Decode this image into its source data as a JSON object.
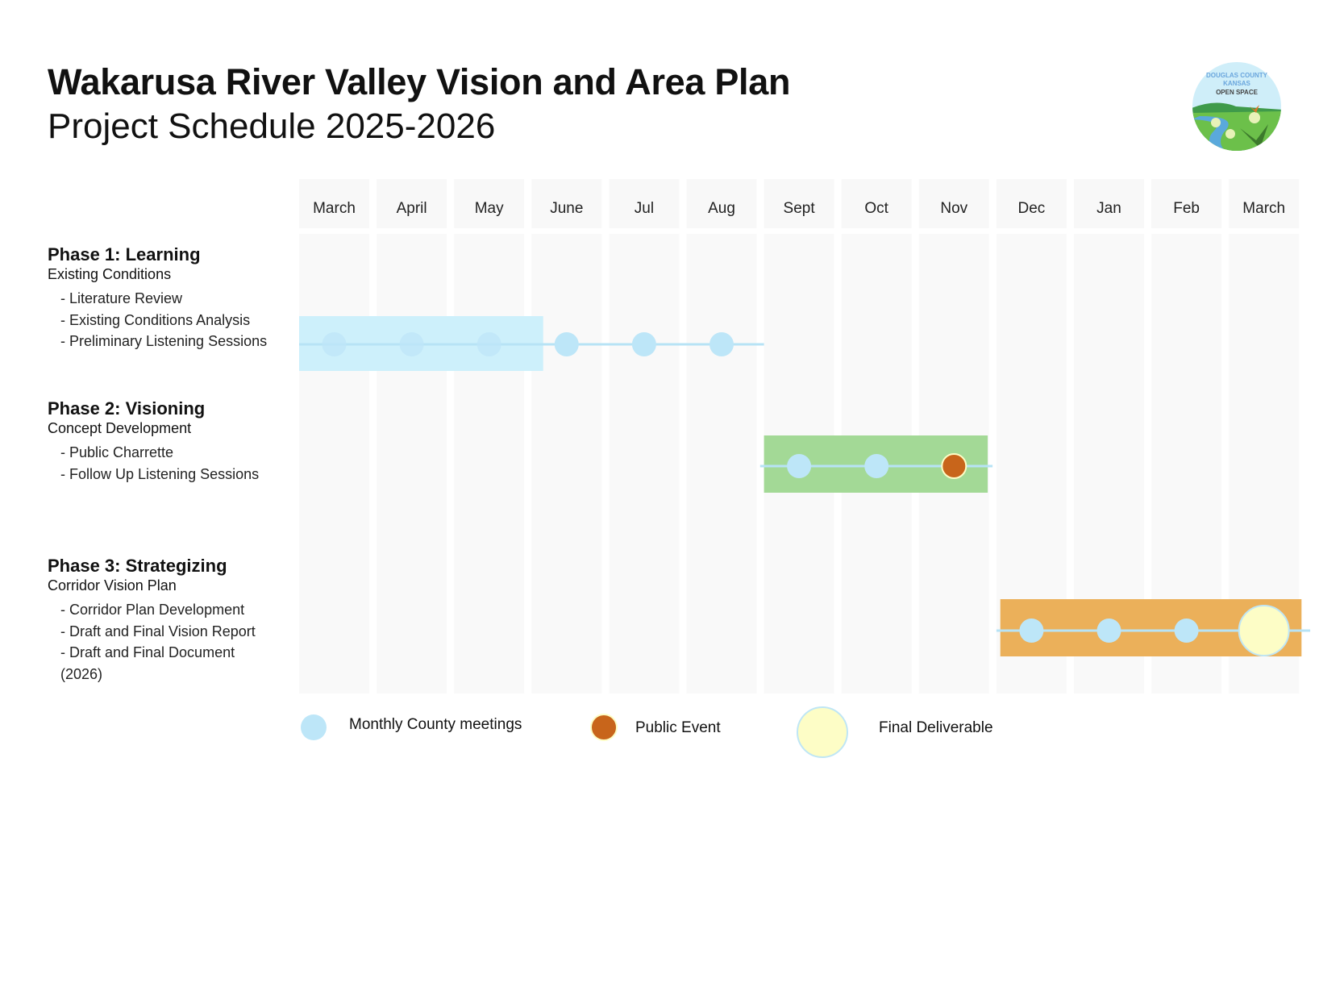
{
  "header": {
    "title": "Wakarusa River Valley Vision and Area Plan",
    "subtitle": "Project Schedule 2025-2026"
  },
  "logo": {
    "text": [
      "DOUGLAS COUNTY",
      "KANSAS",
      "OPEN SPACE"
    ]
  },
  "chart_data": {
    "type": "gantt",
    "months": [
      "March",
      "April",
      "May",
      "June",
      "Jul",
      "Aug",
      "Sept",
      "Oct",
      "Nov",
      "Dec",
      "Jan",
      "Feb",
      "March"
    ],
    "phases": [
      {
        "title": "Phase 1: Learning",
        "subtitle": "Existing Conditions",
        "items": [
          "- Literature Review",
          "- Existing Conditions Analysis",
          "- Preliminary Listening Sessions"
        ],
        "bar_start": 0,
        "bar_end": 3.15,
        "color": "#cdf0fb",
        "line_start": 0,
        "line_end": 6,
        "meetings": [
          0,
          1,
          2,
          3,
          4,
          5
        ],
        "public_events": [],
        "final_deliverables": []
      },
      {
        "title": "Phase 2: Visioning",
        "subtitle": "Concept Development",
        "items": [
          "- Public Charrette",
          "- Follow Up Listening Sessions"
        ],
        "bar_start": 6,
        "bar_end": 8.95,
        "color": "#a3d996",
        "line_start": 5.95,
        "line_end": 8.95,
        "meetings": [
          6,
          7
        ],
        "public_events": [
          8
        ],
        "final_deliverables": []
      },
      {
        "title": "Phase 3: Strategizing",
        "subtitle": "Corridor Vision Plan",
        "items": [
          "- Corridor Plan Development",
          "- Draft and Final Vision Report",
          "- Draft and Final Document",
          "(2026)"
        ],
        "bar_start": 9.05,
        "bar_end": 13,
        "color": "#ebb05a",
        "line_start": 9,
        "line_end": 13.05,
        "meetings": [
          9,
          10,
          11
        ],
        "public_events": [],
        "final_deliverables": [
          12
        ]
      }
    ],
    "legend": [
      {
        "label": "Monthly County meetings",
        "color": "#bde6f8"
      },
      {
        "label": "Public Event",
        "color": "#c8651b"
      },
      {
        "label": "Final Deliverable",
        "color": "#fdfdc6"
      }
    ]
  }
}
